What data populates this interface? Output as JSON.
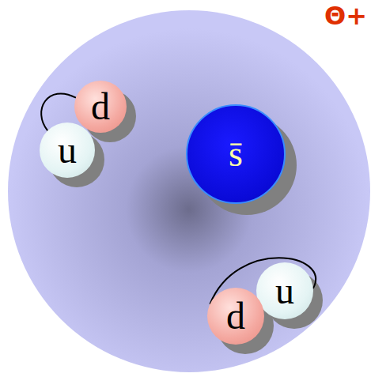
{
  "diagram": {
    "nodes": [
      {
        "text": [
          "Θ+"
        ]
      },
      {
        "text": [
          "d"
        ],
        "in": 0
      },
      {
        "text": [
          "u"
        ],
        "in": 0
      },
      {
        "text": [
          "s̄"
        ],
        "in": 0
      },
      {
        "text": [
          "u"
        ],
        "in": 0
      },
      {
        "text": [
          "d"
        ],
        "in": 0
      }
    ],
    "edges": [
      {
        "from": 2,
        "to": 1,
        "arrow": "none"
      },
      {
        "from": 4,
        "to": 5,
        "arrow": "none"
      }
    ]
  }
}
